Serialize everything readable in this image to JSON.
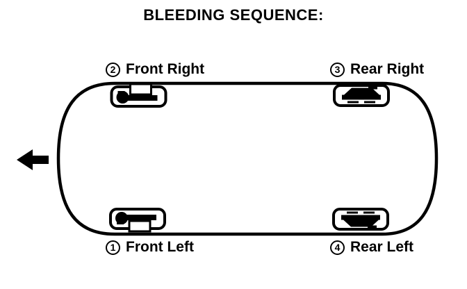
{
  "title": "BLEEDING SEQUENCE:",
  "labels": {
    "front_right": {
      "number": "2",
      "name": "Front Right"
    },
    "rear_right": {
      "number": "3",
      "name": "Rear Right"
    },
    "front_left": {
      "number": "1",
      "name": "Front Left"
    },
    "rear_left": {
      "number": "4",
      "name": "Rear Left"
    }
  },
  "colors": {
    "line": "#000000",
    "background": "#ffffff"
  }
}
